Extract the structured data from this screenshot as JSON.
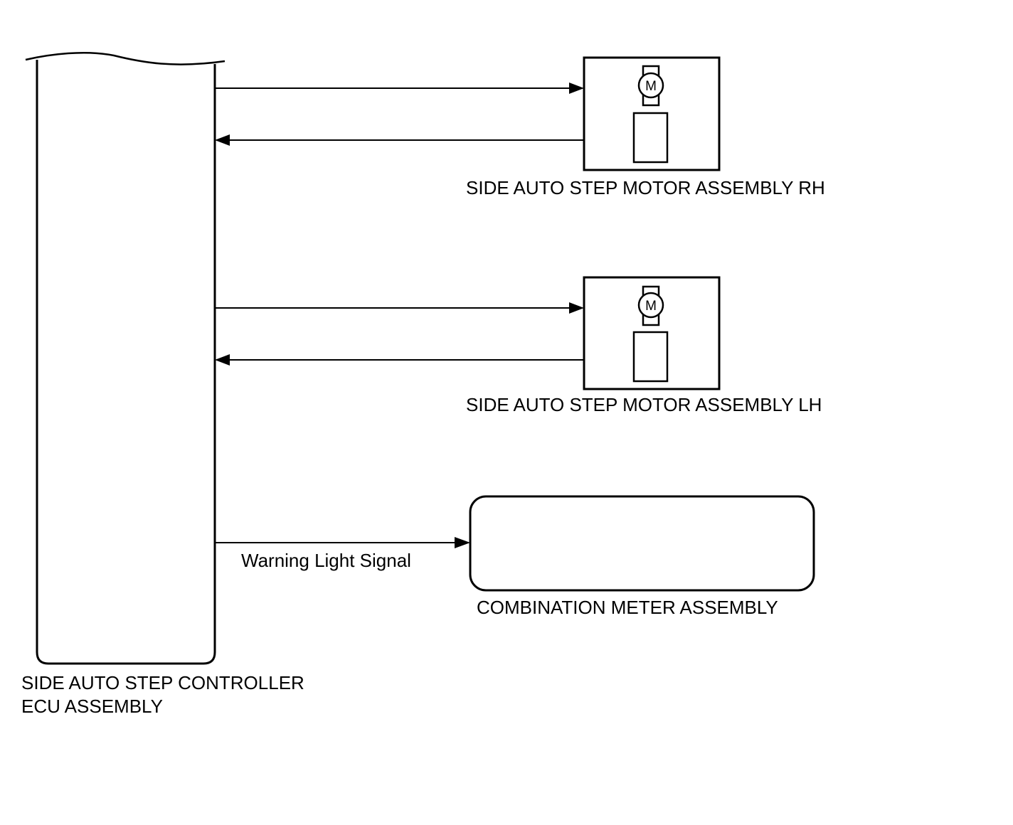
{
  "diagram": {
    "ecu": {
      "label_line1": "SIDE AUTO STEP CONTROLLER",
      "label_line2": "ECU ASSEMBLY"
    },
    "motor_rh": {
      "label": "SIDE AUTO STEP MOTOR ASSEMBLY RH",
      "symbol": "M"
    },
    "motor_lh": {
      "label": "SIDE AUTO STEP MOTOR ASSEMBLY LH",
      "symbol": "M"
    },
    "meter": {
      "label": "COMBINATION METER ASSEMBLY"
    },
    "signals": {
      "warning_light": "Warning Light Signal"
    }
  }
}
